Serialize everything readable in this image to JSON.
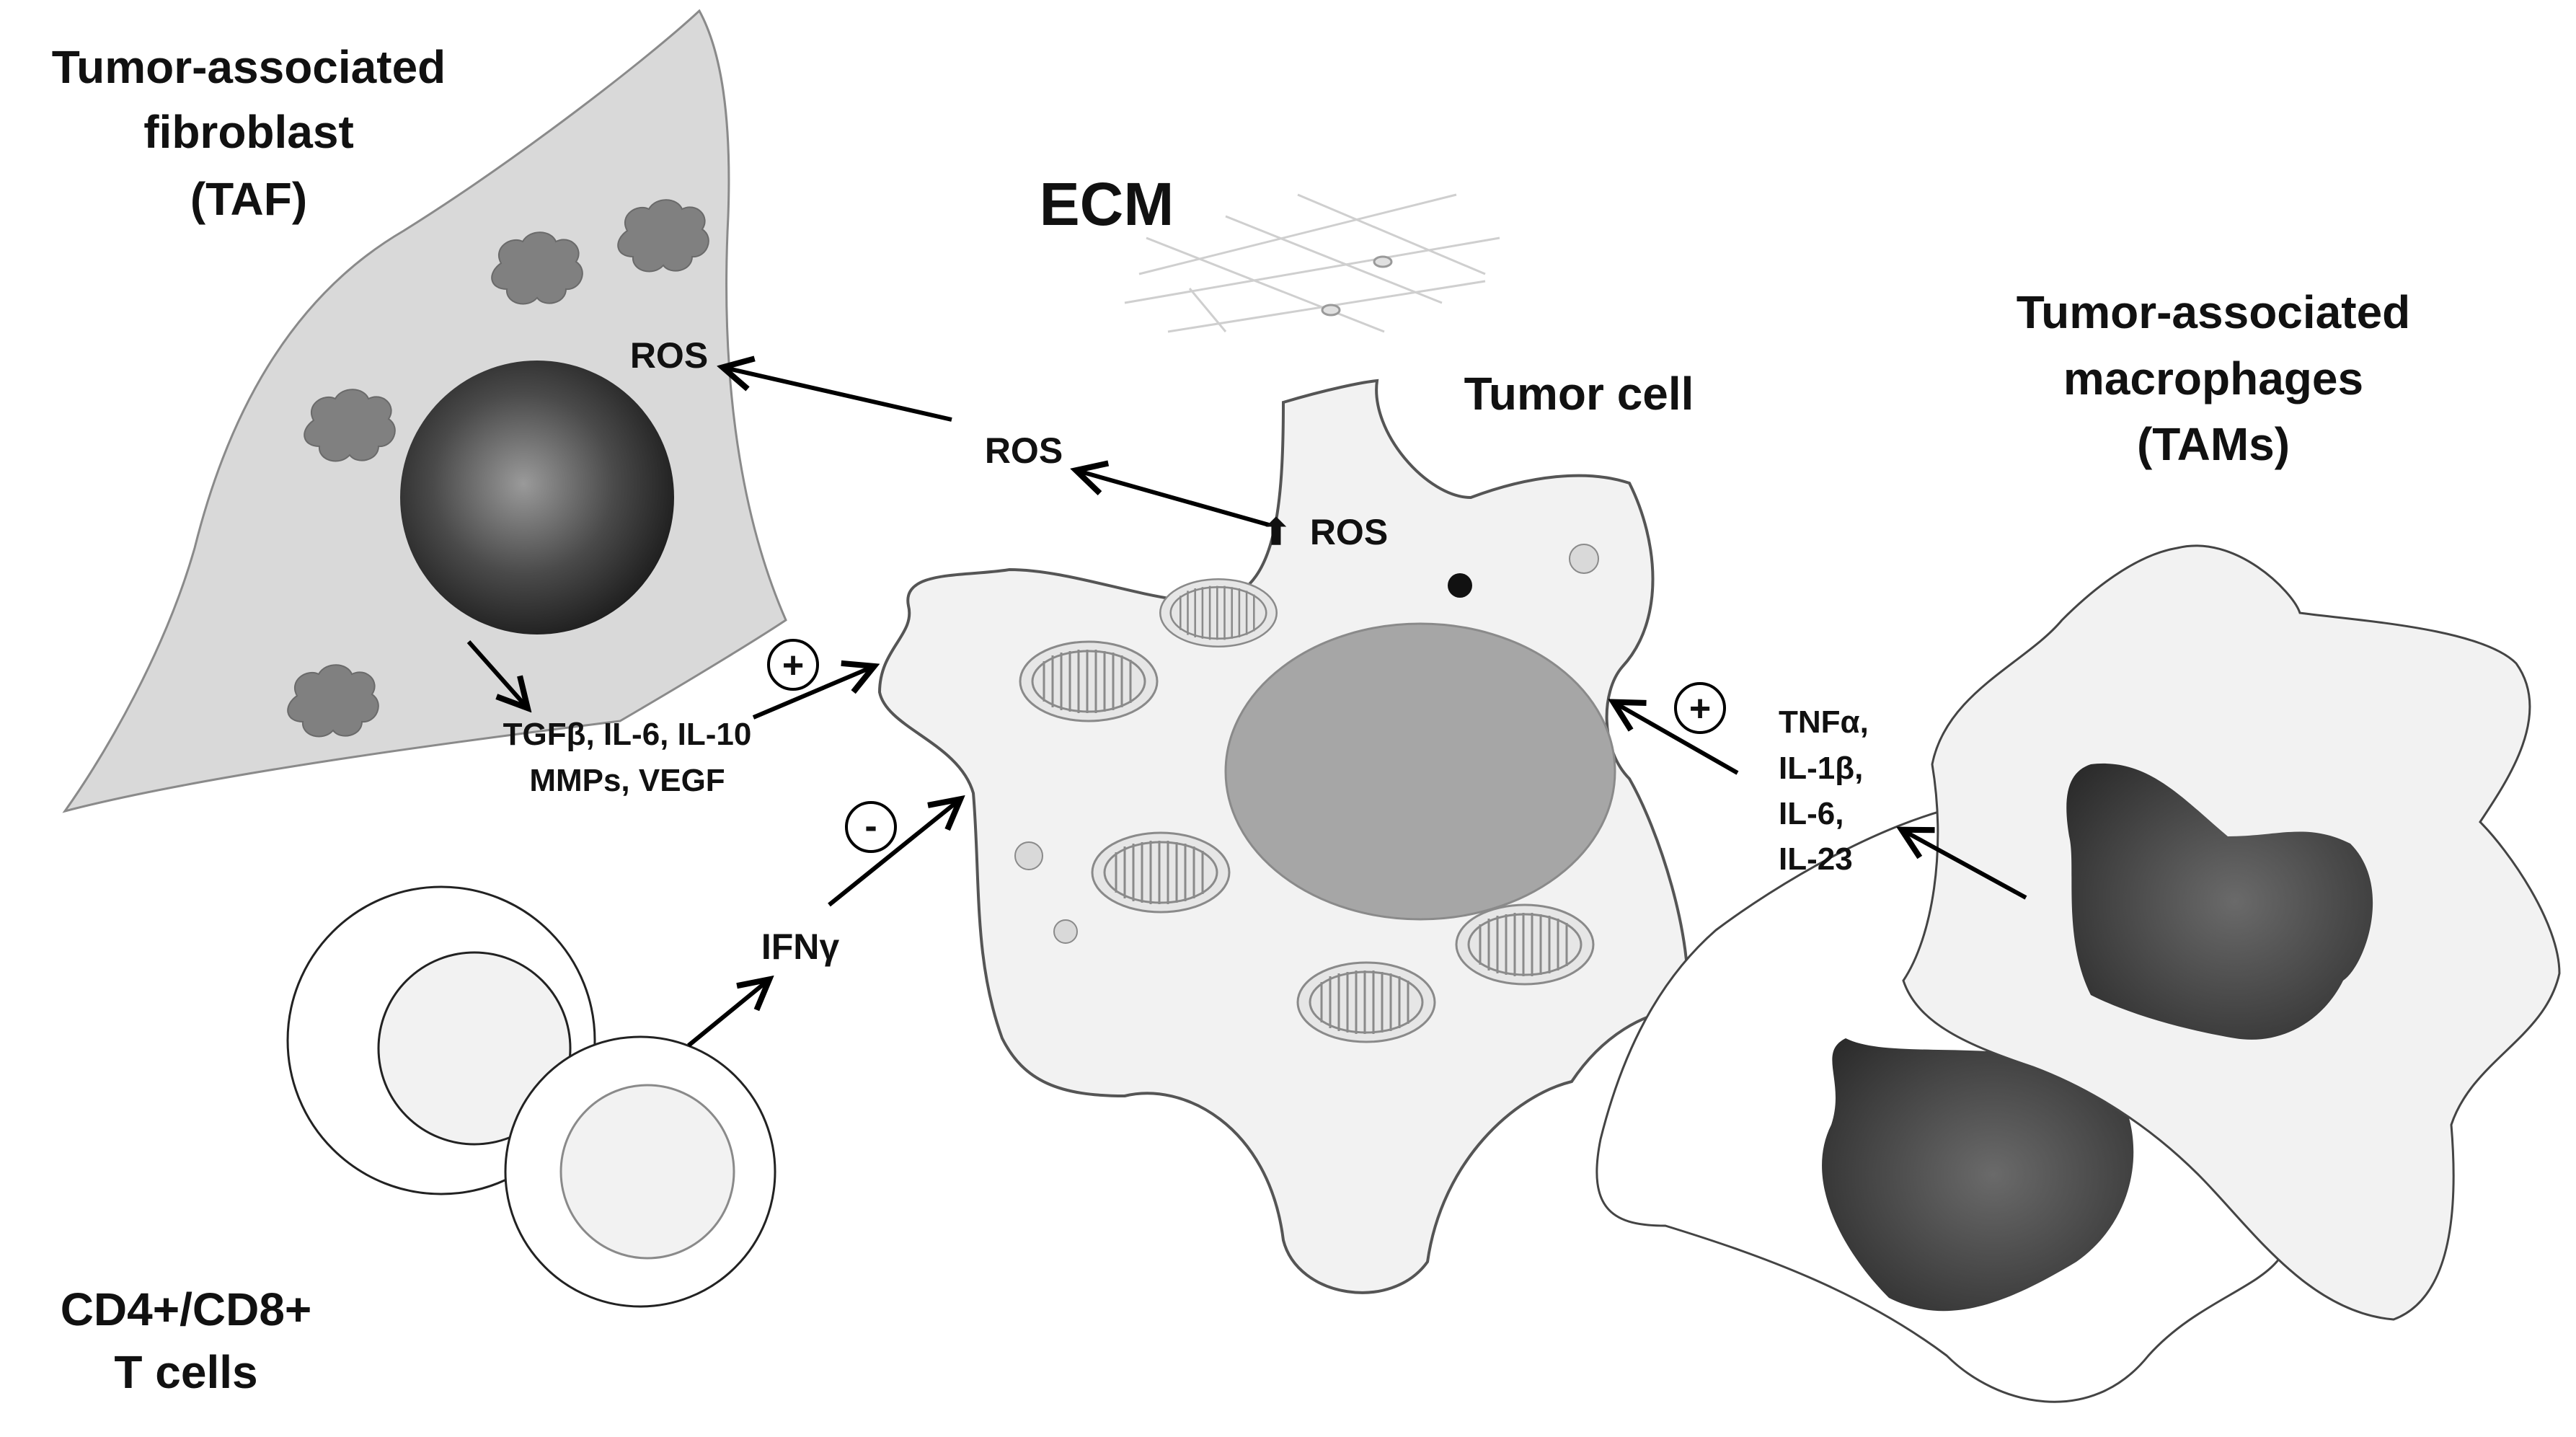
{
  "labels": {
    "taf": [
      "Tumor-associated",
      "fibroblast",
      "(TAF)"
    ],
    "ecm": "ECM",
    "tumor_cell": "Tumor cell",
    "tams": [
      "Tumor-associated",
      "macrophages",
      "(TAMs)"
    ],
    "tcells": [
      "CD4+/CD8+",
      "T cells"
    ]
  },
  "signals": {
    "ros_taf": "ROS",
    "ros_mid": "ROS",
    "ros_up": "ROS",
    "up_arrow_glyph": "⬆",
    "taf_factors": [
      "TGFβ, IL-6, IL-10",
      "MMPs, VEGF"
    ],
    "ifn": "IFNγ",
    "tam_factors": [
      "TNFα,",
      "IL-1β,",
      "IL-6,",
      "IL-23"
    ]
  },
  "signs": {
    "taf_to_tumor": "+",
    "tcell_to_tumor": "-",
    "tam_to_tumor": "+"
  },
  "colors": {
    "taf_body": "#d9d9d9",
    "tumor_body": "#f2f2f2",
    "nucleus_gray": "#a6a6a6",
    "granule": "#808080",
    "outline": "#555555"
  }
}
